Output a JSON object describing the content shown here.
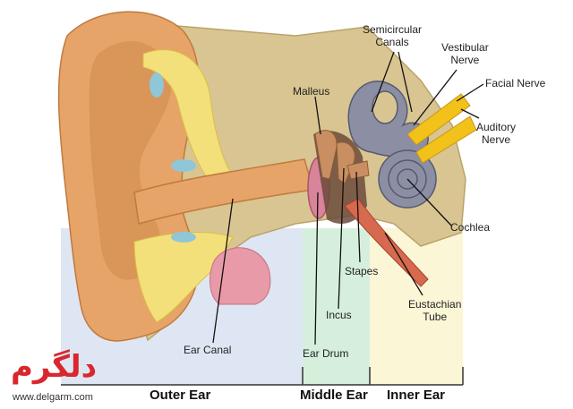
{
  "labels": {
    "semicircular_canals": "Semicircular\nCanals",
    "vestibular_nerve": "Vestibular\nNerve",
    "facial_nerve": "Facial Nerve",
    "malleus": "Malleus",
    "auditory_nerve": "Auditory\nNerve",
    "cochlea": "Cochlea",
    "stapes": "Stapes",
    "eustachian_tube": "Eustachian\nTube",
    "incus": "Incus",
    "ear_canal": "Ear Canal",
    "ear_drum": "Ear Drum"
  },
  "sections": {
    "outer": "Outer Ear",
    "middle": "Middle Ear",
    "inner": "Inner Ear"
  },
  "watermark": {
    "logo_text": "دلگرم",
    "url": "www.delgarm.com"
  },
  "colors": {
    "outer_zone": "#dfe6f3",
    "middle_zone": "#d6efdc",
    "inner_zone": "#fbf6d6",
    "skin": "#e6a468",
    "bone": "#d9c592",
    "cartilage": "#f4e07a",
    "cochlea": "#8c8fa3",
    "nerve": "#f2c11a"
  }
}
